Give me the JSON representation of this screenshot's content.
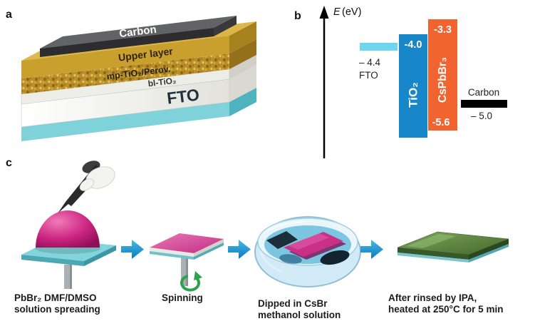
{
  "panel_a": {
    "label": "a",
    "layers": [
      {
        "name": "Carbon",
        "color": "#58595b"
      },
      {
        "name": "Upper layer",
        "color": "#c99f2e"
      },
      {
        "name": "mp-TiO₂/Perov.",
        "color": "#bb8f28"
      },
      {
        "name": "bl-TiO₂",
        "color": "#eeeee8"
      },
      {
        "name": "FTO",
        "color": "#f2f2ee"
      }
    ],
    "substrate_color": "#7fd2da"
  },
  "panel_b": {
    "label": "b",
    "axis": {
      "symbol": "E",
      "unit": "(eV)"
    },
    "materials": [
      {
        "name": "FTO",
        "level": "– 4.4",
        "color": "#6fd6ee"
      },
      {
        "name": "TiO₂",
        "conduction_band": "-4.0",
        "color": "#1887c9"
      },
      {
        "name": "CsPbBr₃",
        "conduction_band": "-3.3",
        "valence_band": "-5.6",
        "color": "#f2642f"
      },
      {
        "name": "Carbon",
        "level": "– 5.0",
        "color": "#000000"
      }
    ]
  },
  "panel_c": {
    "label": "c",
    "arrow_color": "#1d9ad6",
    "spin_arrow_color": "#2ca24c",
    "steps": [
      {
        "lines": [
          "PbBr₂ DMF/DMSO",
          "solution spreading"
        ]
      },
      {
        "lines": [
          "Spinning"
        ]
      },
      {
        "lines": [
          "Dipped in CsBr",
          "methanol solution"
        ]
      },
      {
        "lines": [
          "After rinsed by IPA,",
          "heated at 250°C for 5 min"
        ]
      }
    ]
  }
}
